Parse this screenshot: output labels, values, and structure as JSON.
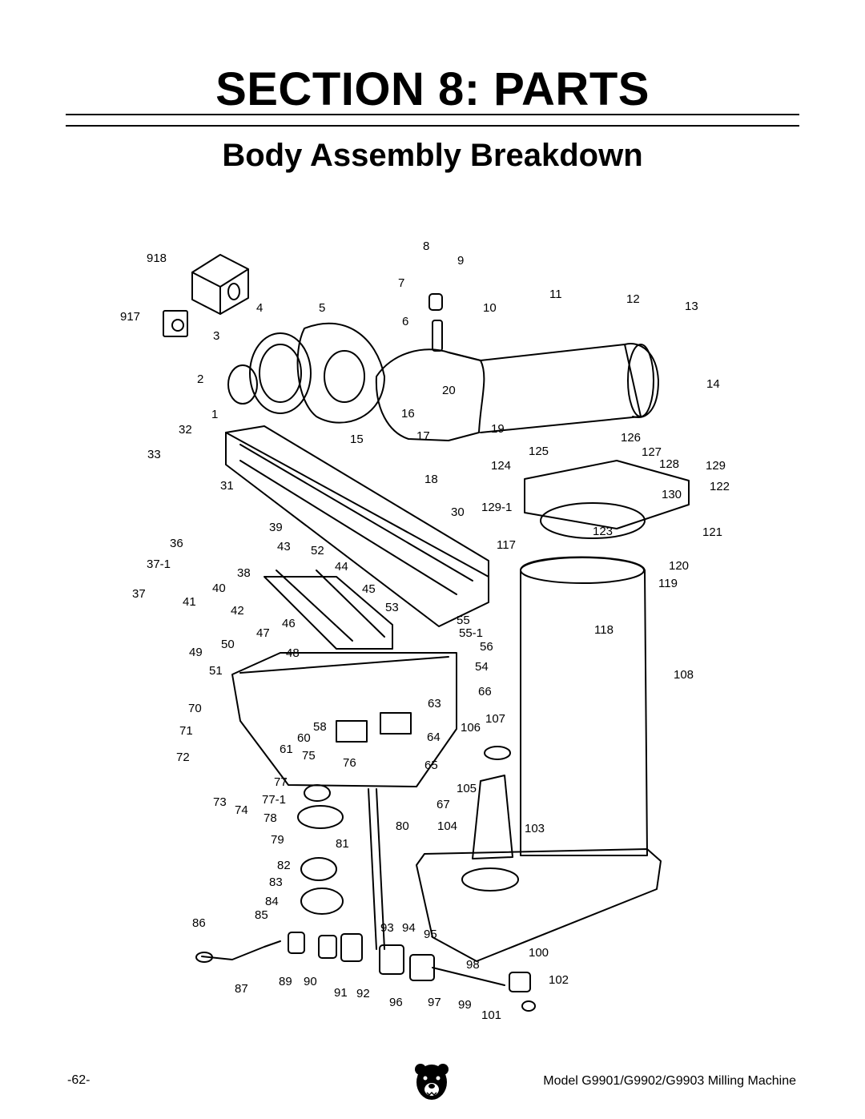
{
  "header": {
    "section_title": "SECTION 8: PARTS",
    "subtitle": "Body Assembly Breakdown"
  },
  "diagram": {
    "labels": [
      "918",
      "917",
      "8",
      "9",
      "7",
      "10",
      "4",
      "5",
      "11",
      "12",
      "13",
      "3",
      "6",
      "2",
      "14",
      "1",
      "20",
      "16",
      "19",
      "32",
      "15",
      "17",
      "126",
      "33",
      "125",
      "127",
      "128",
      "124",
      "129",
      "18",
      "31",
      "130",
      "122",
      "30",
      "129-1",
      "39",
      "123",
      "121",
      "36",
      "43",
      "52",
      "117",
      "37-1",
      "44",
      "38",
      "120",
      "40",
      "45",
      "119",
      "37",
      "41",
      "53",
      "42",
      "55",
      "46",
      "118",
      "47",
      "55-1",
      "50",
      "56",
      "49",
      "48",
      "51",
      "54",
      "108",
      "66",
      "70",
      "63",
      "107",
      "58",
      "106",
      "71",
      "64",
      "60",
      "61",
      "75",
      "76",
      "72",
      "65",
      "77",
      "105",
      "77-1",
      "67",
      "73",
      "74",
      "78",
      "80",
      "104",
      "103",
      "79",
      "81",
      "82",
      "83",
      "84",
      "85",
      "86",
      "93",
      "94",
      "95",
      "100",
      "98",
      "102",
      "87",
      "89",
      "90",
      "91",
      "92",
      "96",
      "97",
      "99",
      "101"
    ]
  },
  "footer": {
    "page_number": "-62-",
    "model": "Model G9901/G9902/G9903 Milling Machine",
    "logo_icon": "grizzly-bear-logo-icon"
  }
}
